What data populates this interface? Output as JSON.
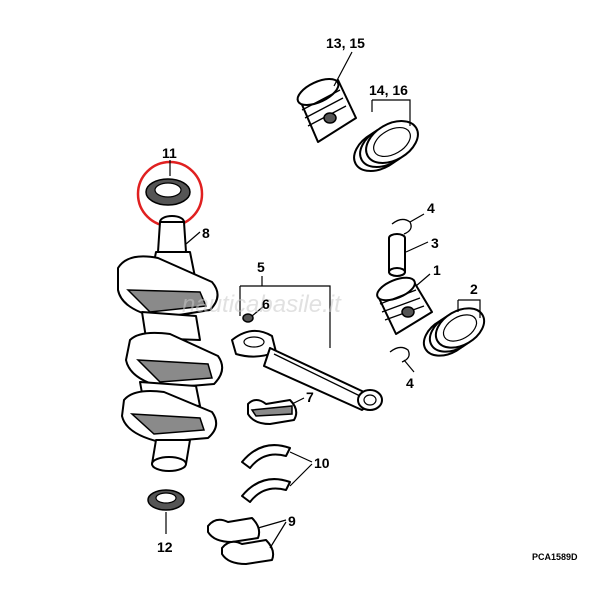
{
  "diagram": {
    "callouts": {
      "piston": "1",
      "ring_set": "2",
      "pin": "3",
      "clip_top": "4",
      "clip_bottom": "4",
      "connecting_rod": "5",
      "rod_bolt": "6",
      "bearing": "7",
      "crankshaft": "8",
      "lower_bearing": "9",
      "thrust_washers": "10",
      "upper_seal": "11",
      "lower_seal": "12",
      "piston_alt": "13, 15",
      "ring_set_alt": "14, 16"
    },
    "drawing_code": "PCA1589D",
    "watermark": "nauticabasile.it",
    "highlight_color": "#e02020"
  }
}
